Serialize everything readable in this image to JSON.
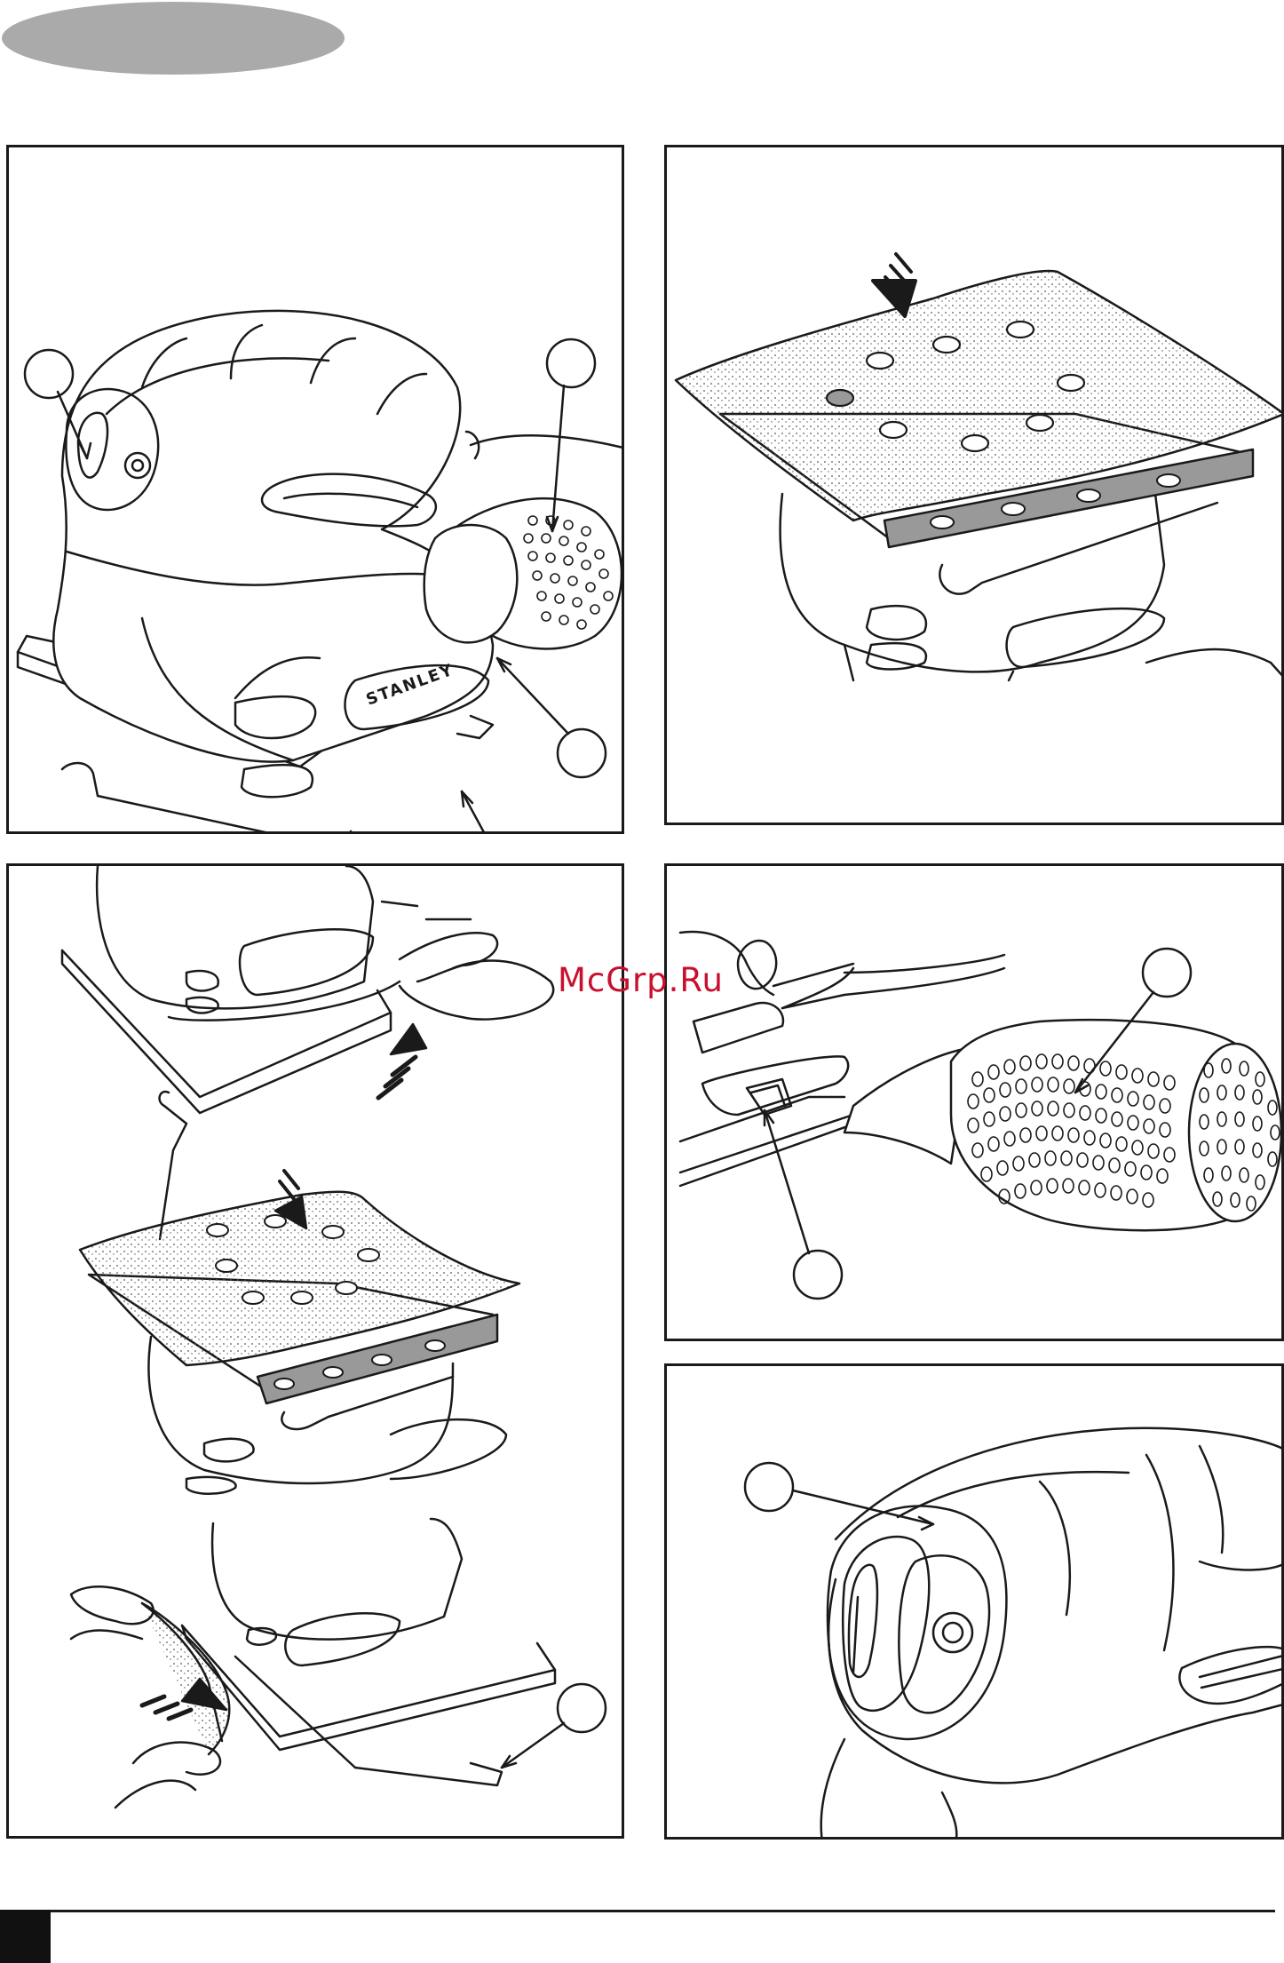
{
  "header": {
    "section_tab": ""
  },
  "watermark": {
    "text": "McGrp.Ru"
  },
  "brand": {
    "logo_text": "STANLEY"
  },
  "colors": {
    "line": "#1a1a1a",
    "pill": "#aaaaaa",
    "pad": "#999999",
    "watermark": "#c8102e"
  },
  "figures": [
    {
      "name": "figure-sander-overview",
      "callouts": 5
    },
    {
      "name": "figure-fit-sanding-sheet",
      "callouts": 0
    },
    {
      "name": "figure-clamp-sheet-steps",
      "callouts": 1
    },
    {
      "name": "figure-dust-canister",
      "callouts": 2
    },
    {
      "name": "figure-on-off-switch",
      "callouts": 1
    }
  ]
}
